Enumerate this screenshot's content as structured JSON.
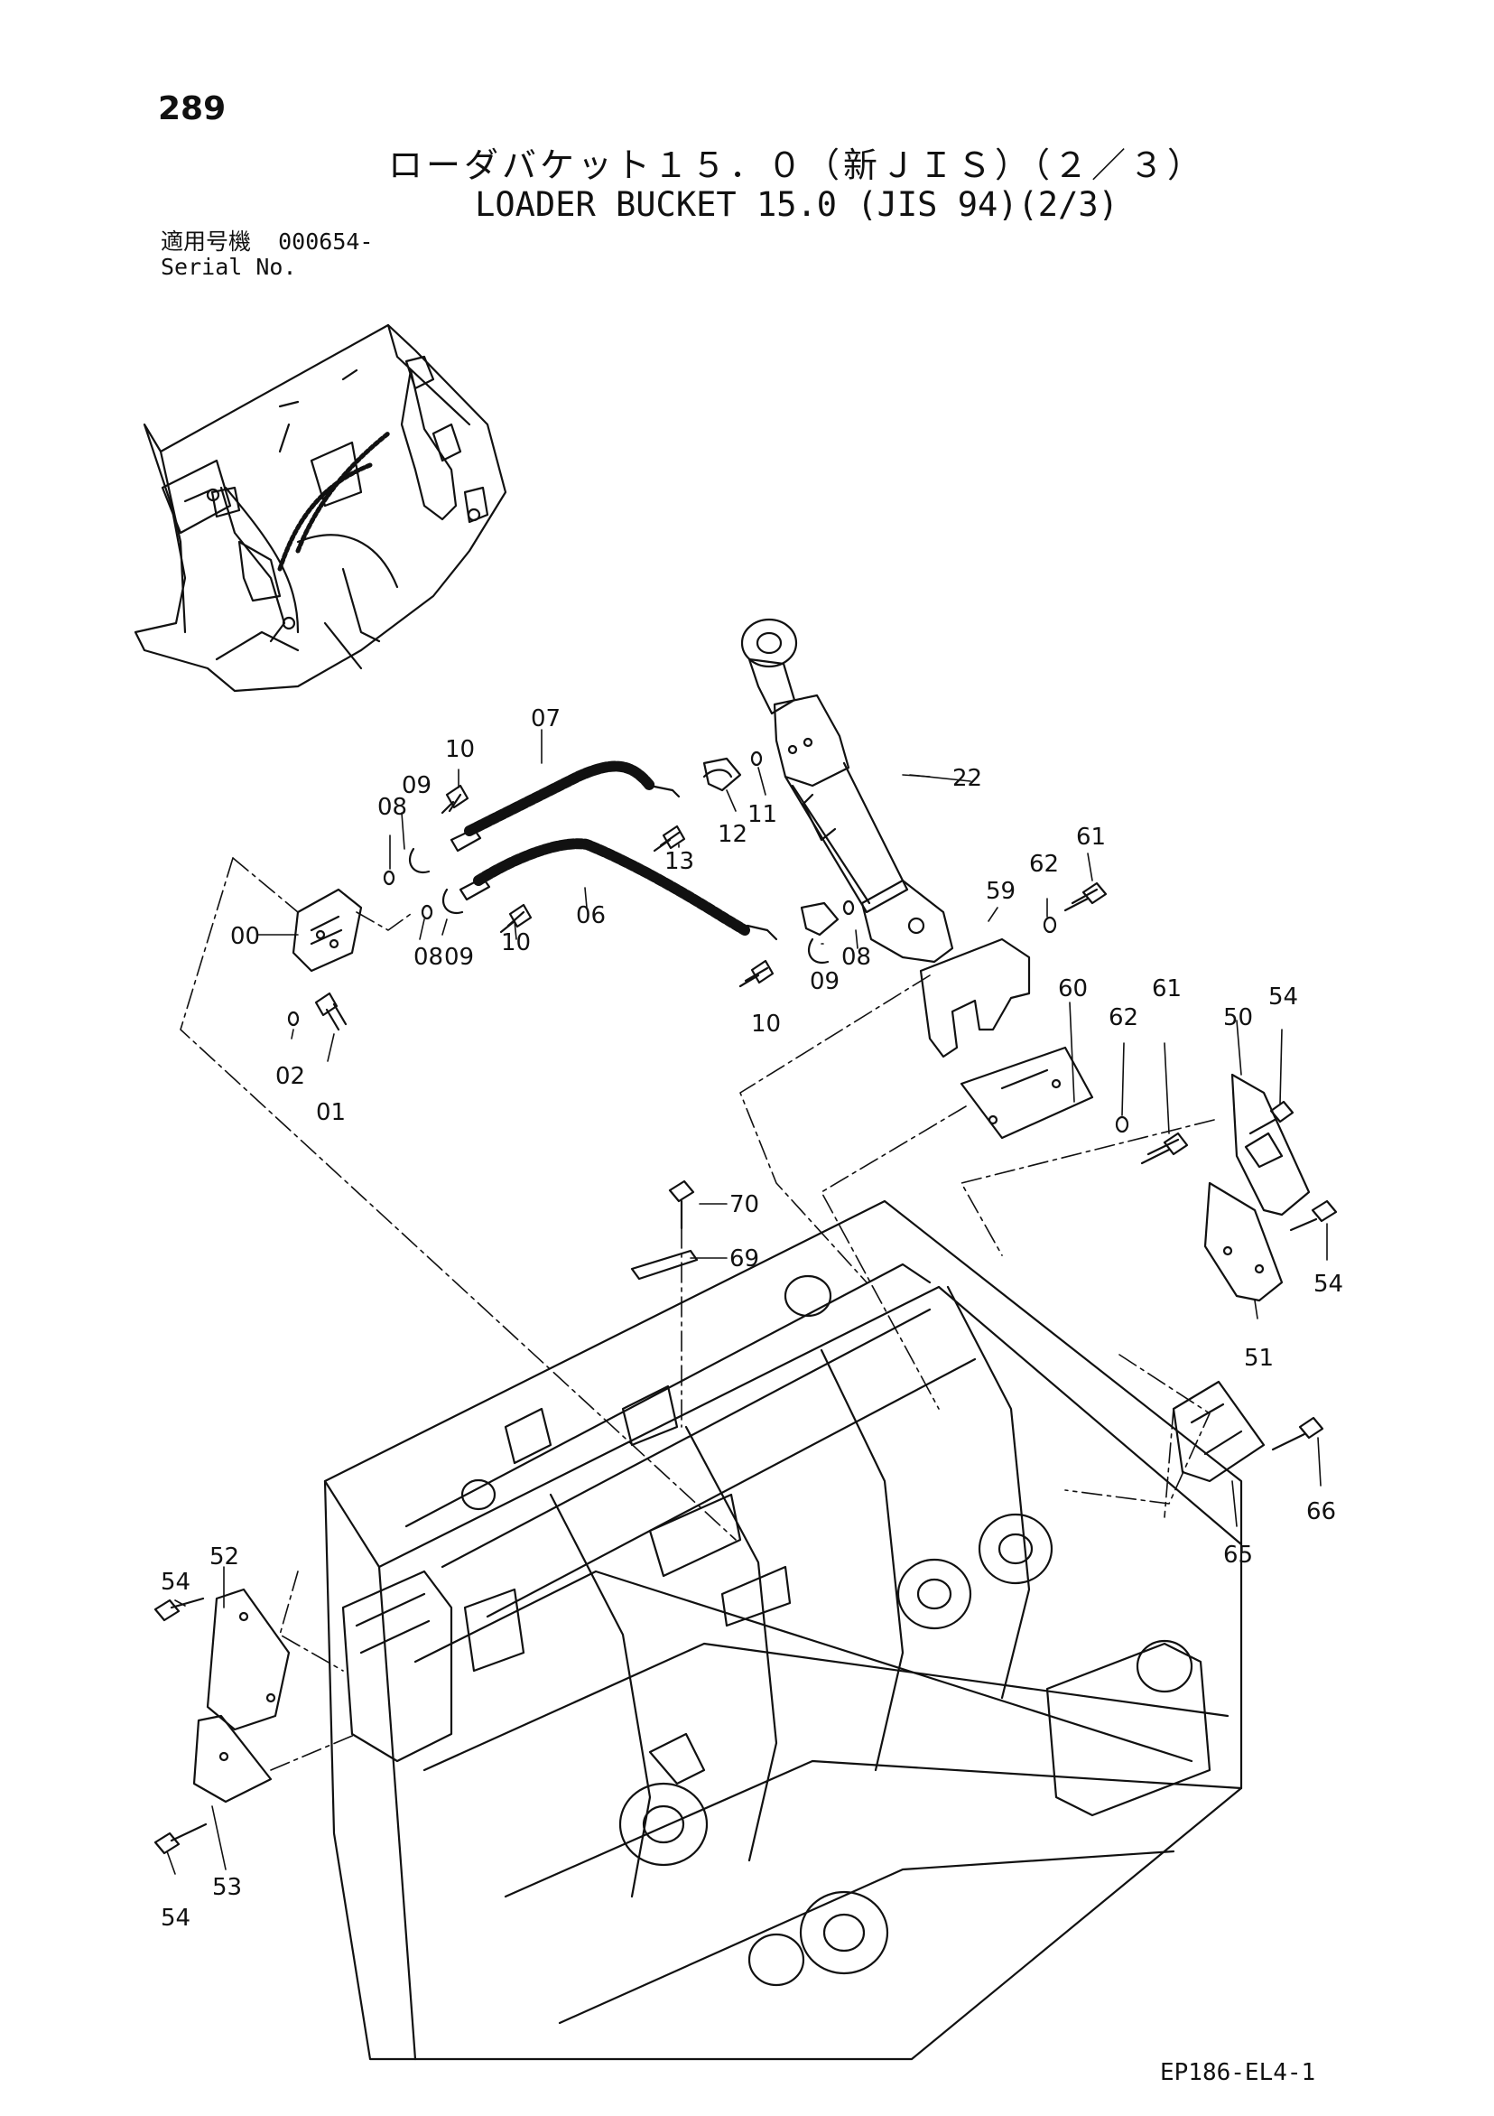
{
  "page_number": "289",
  "title_jp": "ローダバケット１５．０（新ＪＩＳ）（２／３）",
  "title_en": "LOADER BUCKET 15.0 (JIS 94)(2/3)",
  "serial": {
    "label_jp": "適用号機",
    "value": "000654-",
    "label_en": "Serial No."
  },
  "drawing_id": "EP186-EL4-1",
  "callouts": {
    "p00": "00",
    "p01": "01",
    "p02": "02",
    "p06": "06",
    "p07": "07",
    "p08a": "08",
    "p08b": "08",
    "p08c": "08",
    "p09a": "09",
    "p09b": "09",
    "p09c": "09",
    "p10a": "10",
    "p10b": "10",
    "p10c": "10",
    "p11": "11",
    "p12": "12",
    "p13": "13",
    "p22": "22",
    "p50": "50",
    "p51": "51",
    "p52": "52",
    "p53": "53",
    "p54a": "54",
    "p54b": "54",
    "p54c": "54",
    "p54d": "54",
    "p59": "59",
    "p60": "60",
    "p61a": "61",
    "p61b": "61",
    "p62a": "62",
    "p62b": "62",
    "p65": "65",
    "p66": "66",
    "p69": "69",
    "p70": "70"
  }
}
